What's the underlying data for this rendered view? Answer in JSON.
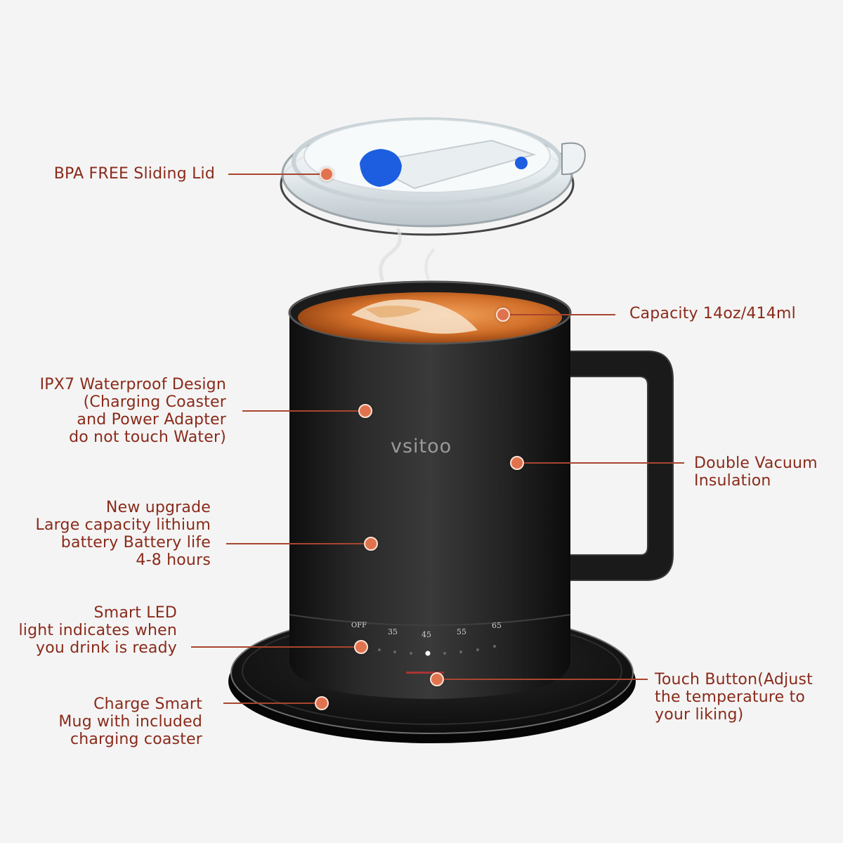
{
  "brand": "vsitoo",
  "dial_marks": [
    "OFF",
    "35",
    "45",
    "55",
    "65"
  ],
  "colors": {
    "label_text": "#8a2a1a",
    "leader_line": "#a9452f",
    "marker_dot": "#e0734e",
    "mug_body": "#222222",
    "coffee": "#c9641f",
    "background": "#f4f4f4"
  },
  "callouts": {
    "lid": {
      "lines": [
        "BPA FREE Sliding Lid"
      ]
    },
    "capacity": {
      "lines": [
        "Capacity 14oz/414ml"
      ]
    },
    "waterproof": {
      "lines": [
        "IPX7 Waterproof Design",
        "(Charging Coaster",
        "and Power Adapter",
        "do not touch Water)"
      ]
    },
    "insulation": {
      "lines": [
        "Double Vacuum",
        "Insulation"
      ]
    },
    "battery": {
      "lines": [
        "New upgrade",
        "Large capacity lithium",
        "battery Battery life",
        "4-8 hours"
      ]
    },
    "led": {
      "lines": [
        "Smart LED",
        "light indicates when",
        "you drink is ready"
      ]
    },
    "touch": {
      "lines": [
        "Touch Button(Adjust",
        "the temperature to",
        "your liking)"
      ]
    },
    "charge": {
      "lines": [
        "Charge Smart",
        "Mug with included",
        "charging coaster"
      ]
    }
  }
}
